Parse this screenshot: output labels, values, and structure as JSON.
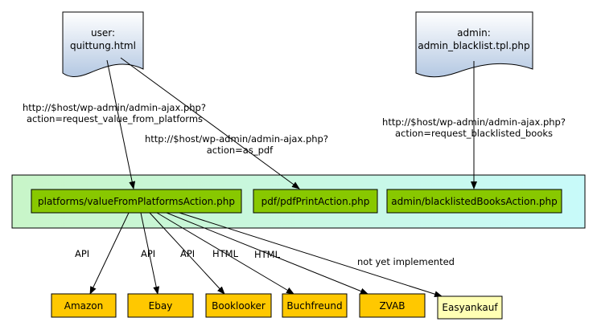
{
  "documents": {
    "user": {
      "line1": "user:",
      "line2": "quittung.html"
    },
    "admin": {
      "line1": "admin:",
      "line2": "admin_blacklist.tpl.php"
    }
  },
  "actions": {
    "platforms": "platforms/valueFromPlatformsAction.php",
    "pdf": "pdf/pdfPrintAction.php",
    "blacklist": "admin/blacklistedBooksAction.php"
  },
  "requests": {
    "platforms": {
      "line1": "http://$host/wp-admin/admin-ajax.php?",
      "line2": "action=request_value_from_platforms"
    },
    "pdf": {
      "line1": "http://$host/wp-admin/admin-ajax.php?",
      "line2": "action=as_pdf"
    },
    "blacklist": {
      "line1": "http://$host/wp-admin/admin-ajax.php?",
      "line2": "action=request_blacklisted_books"
    }
  },
  "platforms": {
    "amazon": "Amazon",
    "ebay": "Ebay",
    "booklooker": "Booklooker",
    "buchfreund": "Buchfreund",
    "zvab": "ZVAB",
    "easyankauf": "Easyankauf"
  },
  "edge_labels": {
    "amazon": "API",
    "ebay": "API",
    "booklooker": "API",
    "buchfreund": "HTML",
    "zvab": "HTML",
    "easyankauf": "not yet implemented"
  },
  "colors": {
    "document_fill_top": "#ffffff",
    "document_fill_bottom": "#b4c8e2",
    "container_fill_left": "#c8f5c8",
    "container_fill_right": "#c8fafa",
    "action_fill": "#88c800",
    "platform_fill": "#ffc800",
    "pending_platform_fill": "#ffffb4"
  }
}
